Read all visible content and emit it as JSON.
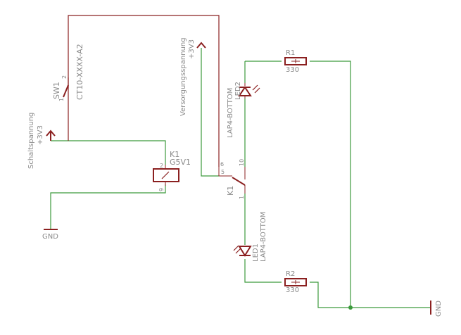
{
  "schematic": {
    "switch": {
      "name": "SW1",
      "value": "CT10-XXXX-A2",
      "pin1": "1",
      "pin2": "2"
    },
    "supply_switch": {
      "name": "Schaltspannung",
      "value": "+3V3"
    },
    "supply_main": {
      "name": "Versorgungsspannung",
      "value": "+3V3"
    },
    "relay": {
      "coil_name": "K1",
      "coil_value": "G5V1",
      "coil_pin_top": "2",
      "coil_pin_bottom": "9",
      "contact_name": "K1",
      "contact_pin6": "6",
      "contact_pin5": "5",
      "contact_pin10": "10",
      "contact_pin1": "1"
    },
    "led2": {
      "name": "LED2",
      "value": "LAP4-BOTTOM"
    },
    "led1": {
      "name": "LED1",
      "value": "LAP4-BOTTOM"
    },
    "r1": {
      "name": "R1",
      "value": "330"
    },
    "r2": {
      "name": "R2",
      "value": "330"
    },
    "gnd_left": "GND",
    "gnd_right": "GND"
  },
  "colors": {
    "wire": "#3c9a3c",
    "part": "#8b2020",
    "label": "#8a8a8a"
  }
}
